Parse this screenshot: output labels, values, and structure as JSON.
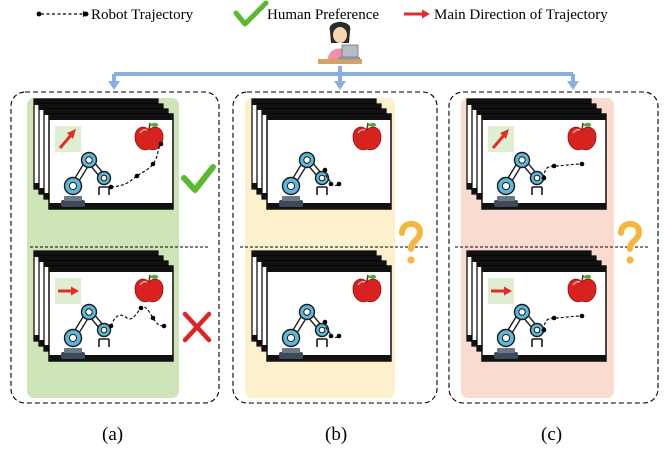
{
  "legend": {
    "trajectory_label": "Robot Trajectory",
    "preference_label": "Human Preference",
    "direction_label": "Main Direction of Trajectory"
  },
  "colors": {
    "green_panel": "#cfe5b8",
    "yellow_panel": "#fdf0cc",
    "pink_panel": "#f9dccf",
    "arrow_blue": "#8aaee0",
    "check_green": "#5cb82e",
    "cross_red": "#e0231f",
    "question_orange": "#f4b63c",
    "direction_red": "#e32b2b",
    "robot_blue": "#5ab9dc"
  },
  "icons": [
    "human-at-laptop-icon",
    "check-icon",
    "cross-icon",
    "question-icon",
    "apple-icon",
    "robot-arm-icon"
  ],
  "groups": [
    {
      "caption": "(a)",
      "panel": "green",
      "top": {
        "mark": "check",
        "direction": "diagonal",
        "trajectory": "up"
      },
      "bottom": {
        "mark": "cross",
        "direction": "right",
        "trajectory": "wavy"
      }
    },
    {
      "caption": "(b)",
      "panel": "yellow",
      "mark": "question",
      "top": {
        "direction": "none",
        "trajectory": "short"
      },
      "bottom": {
        "direction": "none",
        "trajectory": "short"
      }
    },
    {
      "caption": "(c)",
      "panel": "pink",
      "mark": "question",
      "top": {
        "direction": "diagonal",
        "trajectory": "right"
      },
      "bottom": {
        "direction": "right",
        "trajectory": "right"
      }
    }
  ]
}
